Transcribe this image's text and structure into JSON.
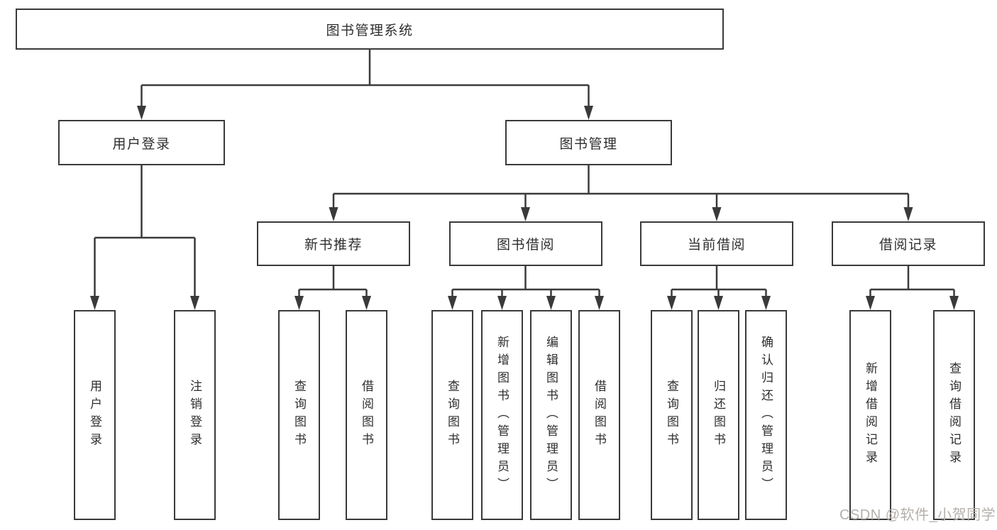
{
  "tree": {
    "label": "图书管理系统",
    "children": [
      {
        "label": "用户登录",
        "children": [
          {
            "label": "用户登录"
          },
          {
            "label": "注销登录"
          }
        ]
      },
      {
        "label": "图书管理",
        "children": [
          {
            "label": "新书推荐",
            "children": [
              {
                "label": "查询图书"
              },
              {
                "label": "借阅图书"
              }
            ]
          },
          {
            "label": "图书借阅",
            "children": [
              {
                "label": "查询图书"
              },
              {
                "label": "新增图书（管理员）"
              },
              {
                "label": "编辑图书（管理员）"
              },
              {
                "label": "借阅图书"
              }
            ]
          },
          {
            "label": "当前借阅",
            "children": [
              {
                "label": "查询图书"
              },
              {
                "label": "归还图书"
              },
              {
                "label": "确认归还（管理员）"
              }
            ]
          },
          {
            "label": "借阅记录",
            "children": [
              {
                "label": "新增借阅记录"
              },
              {
                "label": "查询借阅记录"
              }
            ]
          }
        ]
      }
    ]
  },
  "watermark": "CSDN @软件_小贺同学",
  "colors": {
    "line": "#3a3a3a",
    "box_border": "#3a3a3a",
    "box_fill": "#ffffff",
    "text": "#2e2e2e",
    "watermark": "#b5b0ac",
    "background": "#ffffff"
  }
}
